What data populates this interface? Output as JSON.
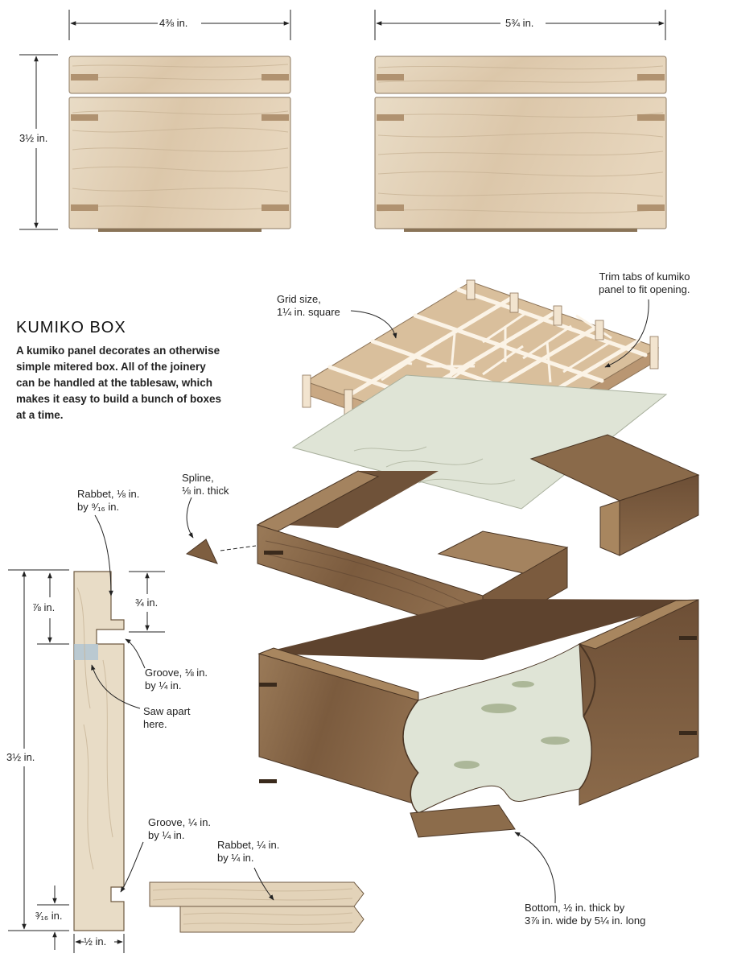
{
  "title": "KUMIKO BOX",
  "description": "A kumiko panel decorates an otherwise simple mitered box. All of the joinery can be handled at the tablesaw, which makes it easy to build a bunch of boxes at a time.",
  "dimensions": {
    "front_width": "4⅜ in.",
    "side_width": "5¾ in.",
    "height": "3½ in.",
    "profile_height": "3½ in.",
    "upper_seven_eighths": "⅞ in.",
    "upper_three_quarters": "¾ in.",
    "bottom_three_sixteenths": "³⁄₁₆ in.",
    "thickness": "½ in."
  },
  "callouts": {
    "grid_size": "Grid size,\n1¼ in. square",
    "trim_tabs": "Trim tabs of kumiko\npanel to fit opening.",
    "spline": "Spline,\n⅛ in. thick",
    "rabbet_top": "Rabbet, ⅛ in.\nby ⁹⁄₁₆ in.",
    "groove_top": "Groove, ⅛ in.\nby ¼ in.",
    "saw_apart": "Saw apart\nhere.",
    "groove_bottom": "Groove, ¼ in.\nby ¼ in.",
    "rabbet_bottom": "Rabbet, ¼ in.\nby ¼ in.",
    "bottom_panel": "Bottom, ½ in. thick by\n3⅞ in. wide by 5¼ in. long"
  },
  "colors": {
    "light_wood": "#e4d2b8",
    "dark_wood": "#8a6a4c",
    "paper": "#dfe4d6",
    "line": "#222222"
  }
}
